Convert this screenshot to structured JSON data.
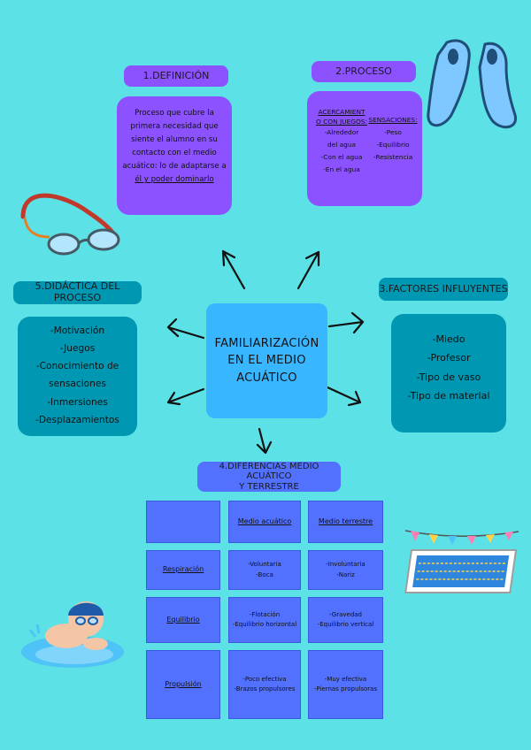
{
  "center": {
    "lines": [
      "FAMILIARIZACIÓN",
      "EN EL MEDIO",
      "ACUÁTICO"
    ]
  },
  "definicion": {
    "title": "1.DEFINICIÓN",
    "lines": [
      "Proceso que cubre la",
      "primera necesidad que",
      "siente el alumno en su",
      "contacto con el medio",
      "acuático: lo de adaptarse a",
      "él y poder dominarlo"
    ]
  },
  "proceso": {
    "title": "2.PROCESO",
    "left_heading": [
      "ACERCAMIENT",
      "O CON JUEGOS:"
    ],
    "left_items": [
      "-Alrededor",
      "del agua",
      "-Con el agua",
      "-En el agua"
    ],
    "right_heading": "SENSACIONES:",
    "right_items": [
      "-Peso",
      "-Equilibrio",
      "-Resistencia"
    ]
  },
  "factores": {
    "title": "3.FACTORES INFLUYENTES",
    "items": [
      "-Miedo",
      "-Profesor",
      "-Tipo de vaso",
      "-Tipo de material"
    ]
  },
  "didactica": {
    "title": "5.DIDÁCTICA DEL PROCESO",
    "items": [
      "-Motivación",
      "-Juegos",
      "-Conocimiento de",
      "sensaciones",
      "-Inmersiones",
      "-Desplazamientos"
    ]
  },
  "diferencias": {
    "title_lines": [
      "4.DIFERENCIAS MEDIO ACUÁTICO",
      "Y TERRESTRE"
    ],
    "headers": [
      "",
      "Medio acuático",
      "Medio terrestre"
    ],
    "rows": [
      {
        "label": "Respiración",
        "acuatico": [
          "-Voluntaria",
          "-Boca"
        ],
        "terrestre": [
          "-Involuntaria",
          "-Nariz"
        ]
      },
      {
        "label": "Equilibrio",
        "acuatico": [
          "-Flotación",
          "-Equilibrio horizontal"
        ],
        "terrestre": [
          "-Gravedad",
          "-Equilibrio vertical"
        ]
      },
      {
        "label": "Propulsión",
        "acuatico": [
          "-Poco efectiva",
          "-Brazos propulsores"
        ],
        "terrestre": [
          "-Muy efectiva",
          "-Piernas propulsoras"
        ]
      }
    ]
  },
  "colors": {
    "background": "#5ce1e6",
    "purple": "#8c52ff",
    "teal": "#0097b2",
    "blue": "#5271ff",
    "center": "#38b6ff"
  }
}
